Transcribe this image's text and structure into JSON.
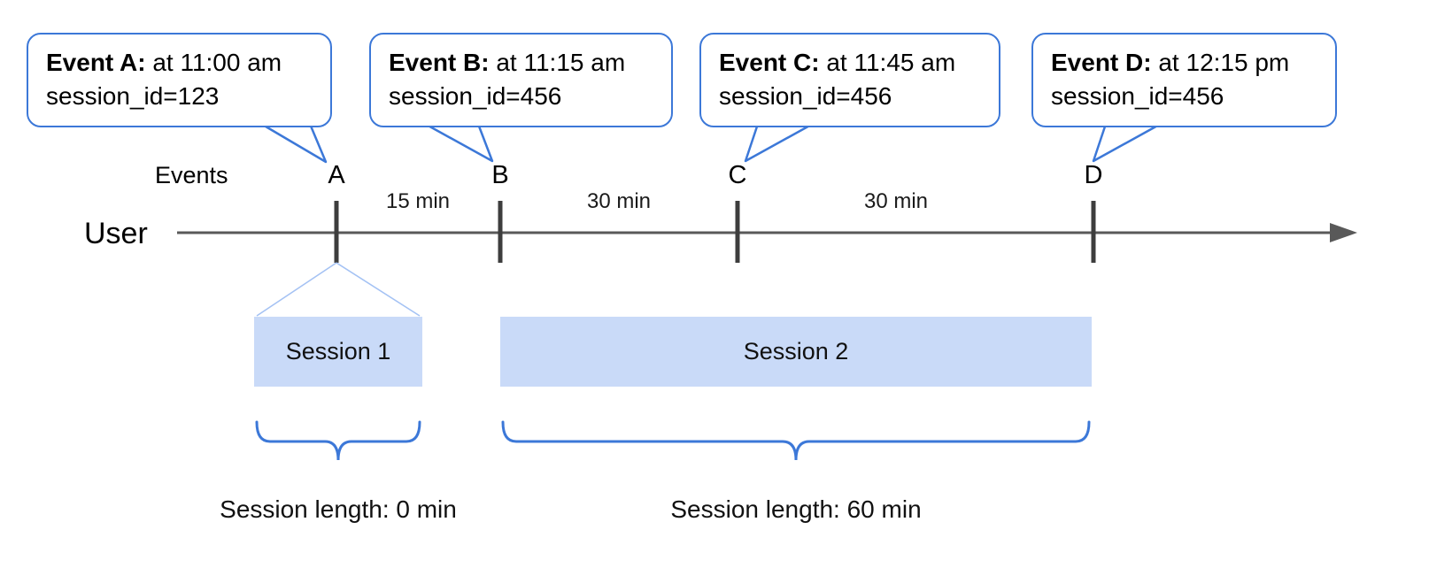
{
  "diagram_title": "event-session-timeline",
  "colors": {
    "accent_blue": "#3c78d8",
    "session_fill": "#c9daf8",
    "funnel_blue": "#a4c2f4",
    "timeline_gray": "#595959"
  },
  "labels": {
    "events": "Events",
    "user": "User"
  },
  "callouts": [
    {
      "title": "Event A:",
      "detail": "at 11:00 am",
      "session_id": "session_id=123"
    },
    {
      "title": "Event B:",
      "detail": "at 11:15 am",
      "session_id": "session_id=456"
    },
    {
      "title": "Event C:",
      "detail": "at 11:45 am",
      "session_id": "session_id=456"
    },
    {
      "title": "Event D:",
      "detail": "at 12:15 pm",
      "session_id": "session_id=456"
    }
  ],
  "event_markers": [
    {
      "label": "A"
    },
    {
      "label": "B"
    },
    {
      "label": "C"
    },
    {
      "label": "D"
    }
  ],
  "intervals": [
    {
      "label": "15 min"
    },
    {
      "label": "30 min"
    },
    {
      "label": "30 min"
    }
  ],
  "sessions": [
    {
      "label": "Session 1",
      "length": "Session length: 0 min"
    },
    {
      "label": "Session 2",
      "length": "Session length: 60 min"
    }
  ]
}
